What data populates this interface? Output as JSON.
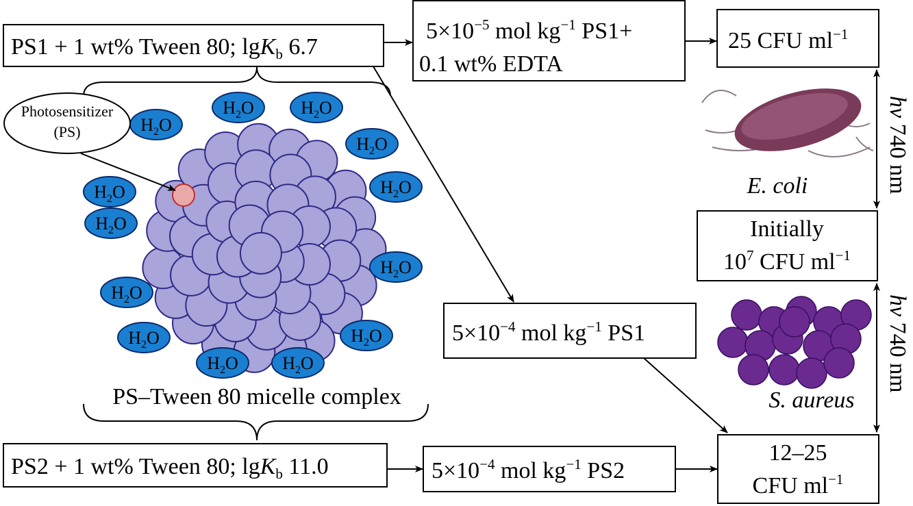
{
  "ps1_box": {
    "main": "PS1 + 1 wt% Tween 80; lg",
    "k": "K",
    "sub": "b",
    "val": " 6.7"
  },
  "edta_box": {
    "a": "5×10",
    "exp": "−5",
    "b": " mol kg",
    "exp2": "−1",
    "c": " PS1+",
    "line2": "0.1 wt% EDTA"
  },
  "result_top": {
    "a": "25 CFU ml",
    "exp": "−1"
  },
  "ecoli_label": "E. coli",
  "initial_box": {
    "line1": "Initially",
    "a": "10",
    "exp": "7",
    "b": " CFU ml",
    "exp2": "−1"
  },
  "saureus_label": "S. aureus",
  "ps1_mid_box": {
    "a": "5×10",
    "exp": "−4",
    "b": " mol kg",
    "exp2": "−1",
    "c": " PS1"
  },
  "result_bottom": {
    "line1": "12–25",
    "a": "CFU ml",
    "exp": "−1"
  },
  "ps2_box": {
    "main": "PS2 + 1 wt% Tween 80; lg",
    "k": "K",
    "sub": "b",
    "val": " 11.0"
  },
  "ps2_mid_box": {
    "a": "5×10",
    "exp": "−4",
    "b": " mol kg",
    "exp2": "−1",
    "c": " PS2"
  },
  "light_label": {
    "hv": "hν",
    "wl": " 740 nm"
  },
  "micelle_caption": "PS–Tween 80 micelle complex",
  "photosensitizer": {
    "line1": "Photosensitizer",
    "line2": "(PS)"
  },
  "water": {
    "h": "H",
    "sub": "2",
    "o": "O"
  },
  "colors": {
    "water": "#1a7fd0",
    "micelle": "#a9a4d9",
    "ps": "#e9a9a9"
  }
}
